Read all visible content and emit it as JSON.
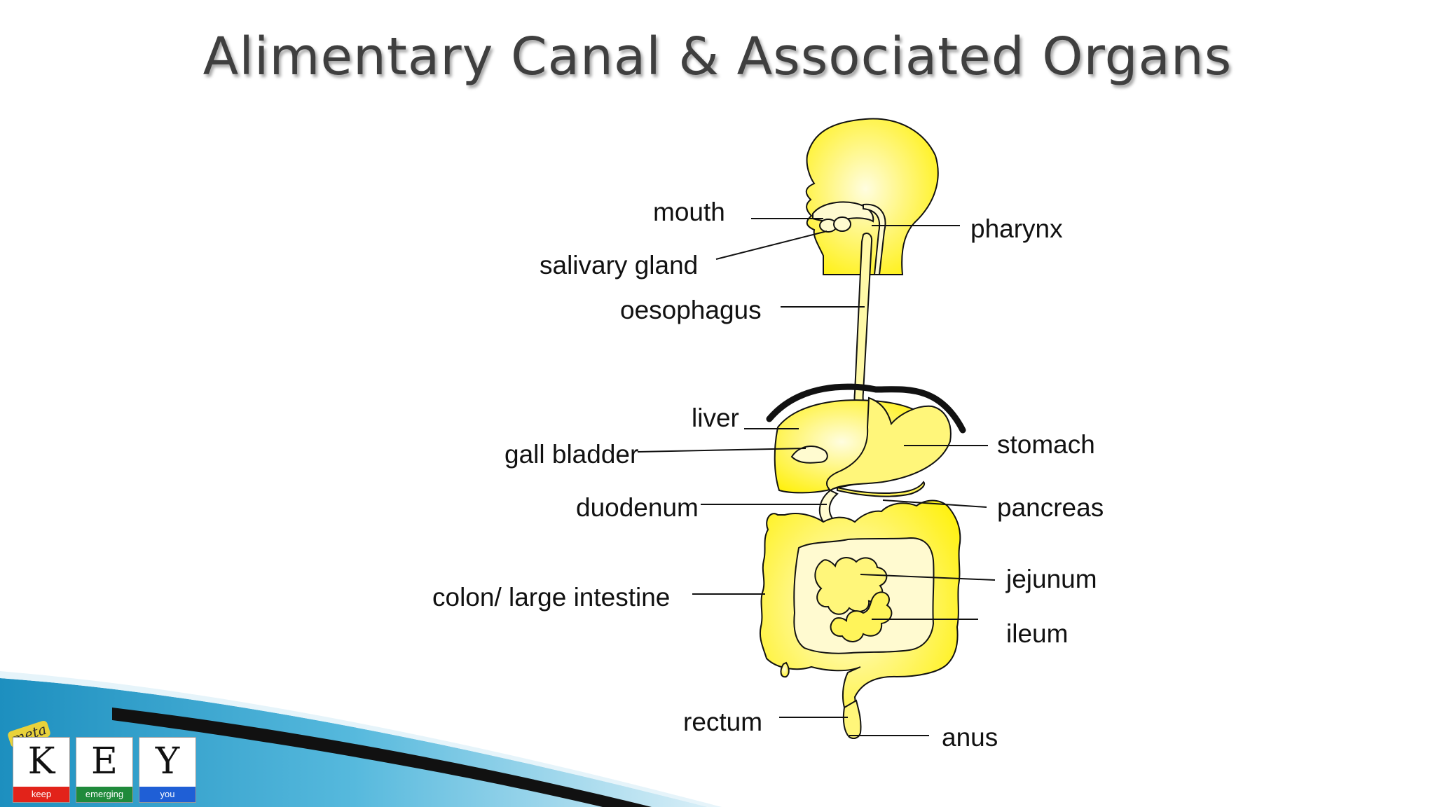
{
  "slide": {
    "title": "Alimentary Canal & Associated Organs"
  },
  "labels": {
    "mouth": "mouth",
    "salivary_gland": "salivary gland",
    "oesophagus": "oesophagus",
    "liver": "liver",
    "gall_bladder": "gall bladder",
    "duodenum": "duodenum",
    "colon": "colon/ large intestine",
    "rectum": "rectum",
    "pharynx": "pharynx",
    "stomach": "stomach",
    "pancreas": "pancreas",
    "jejunum": "jejunum",
    "ileum": "ileum",
    "anus": "anus"
  },
  "logo": {
    "meta": "meta",
    "letters": [
      "K",
      "E",
      "Y"
    ],
    "words": [
      "keep",
      "emerging",
      "you"
    ],
    "colors": [
      "#e2231a",
      "#1f8a3b",
      "#1f5fd6"
    ]
  },
  "colors": {
    "organ_fill": "#fff45a",
    "outline": "#111111",
    "band_blue": "#2a9ec9"
  }
}
